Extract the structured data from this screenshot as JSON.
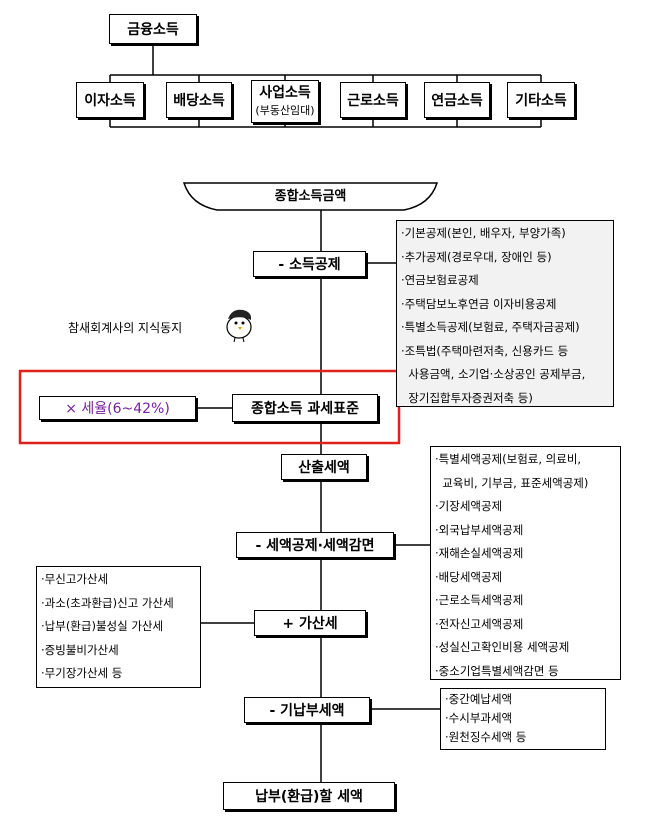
{
  "top": {
    "root": "금융소득"
  },
  "income_types": [
    {
      "label": "이자소득"
    },
    {
      "label": "배당소득"
    },
    {
      "label": "사업소득",
      "sub": "(부동산임대)"
    },
    {
      "label": "근로소득"
    },
    {
      "label": "연금소득"
    },
    {
      "label": "기타소득"
    }
  ],
  "flow": {
    "gross_income": "종합소득금액",
    "deduction": "- 소득공제",
    "tax_base": "종합소득 과세표준",
    "tax_rate": "× 세율(6~42%)",
    "computed_tax": "산출세액",
    "credits": "- 세액공제·세액감면",
    "penalty": "+ 가산세",
    "prepaid": "- 기납부세액",
    "final": "납부(환급)할 세액"
  },
  "watermark": "참새회계사의 지식동지",
  "deduction_list": [
    "·기본공제(본인, 배우자, 부양가족)",
    "·추가공제(경로우대, 장애인 등)",
    "·연금보험료공제",
    "·주택담보노후연금 이자비용공제",
    "·특별소득공제(보험료, 주택자금공제)",
    "·조특법(주택마련저축, 신용카드 등",
    "  사용금액, 소기업·소상공인 공제부금,",
    "  장기집합투자증권저축 등)"
  ],
  "credit_list": [
    "·특별세액공제(보험료, 의료비,",
    "  교육비, 기부금, 표준세액공제)",
    "·기장세액공제",
    "·외국납부세액공제",
    "·재해손실세액공제",
    "·배당세액공제",
    "·근로소득세액공제",
    "·전자신고세액공제",
    "·성실신고확인비용 세액공제",
    "·중소기업특별세액감면 등"
  ],
  "penalty_list": [
    "·무신고가산세",
    "·과소(초과환급)신고 가산세",
    "·납부(환급)불성실 가산세",
    "·증빙불비가산세",
    "·무기장가산세 등"
  ],
  "prepaid_list": [
    "·중간예납세액",
    "·수시부과세액",
    "·원천징수세액 등"
  ],
  "colors": {
    "highlight": "#e0201b",
    "rate_text": "#7a1fa0",
    "panel_gray": "#f2f2f2"
  }
}
